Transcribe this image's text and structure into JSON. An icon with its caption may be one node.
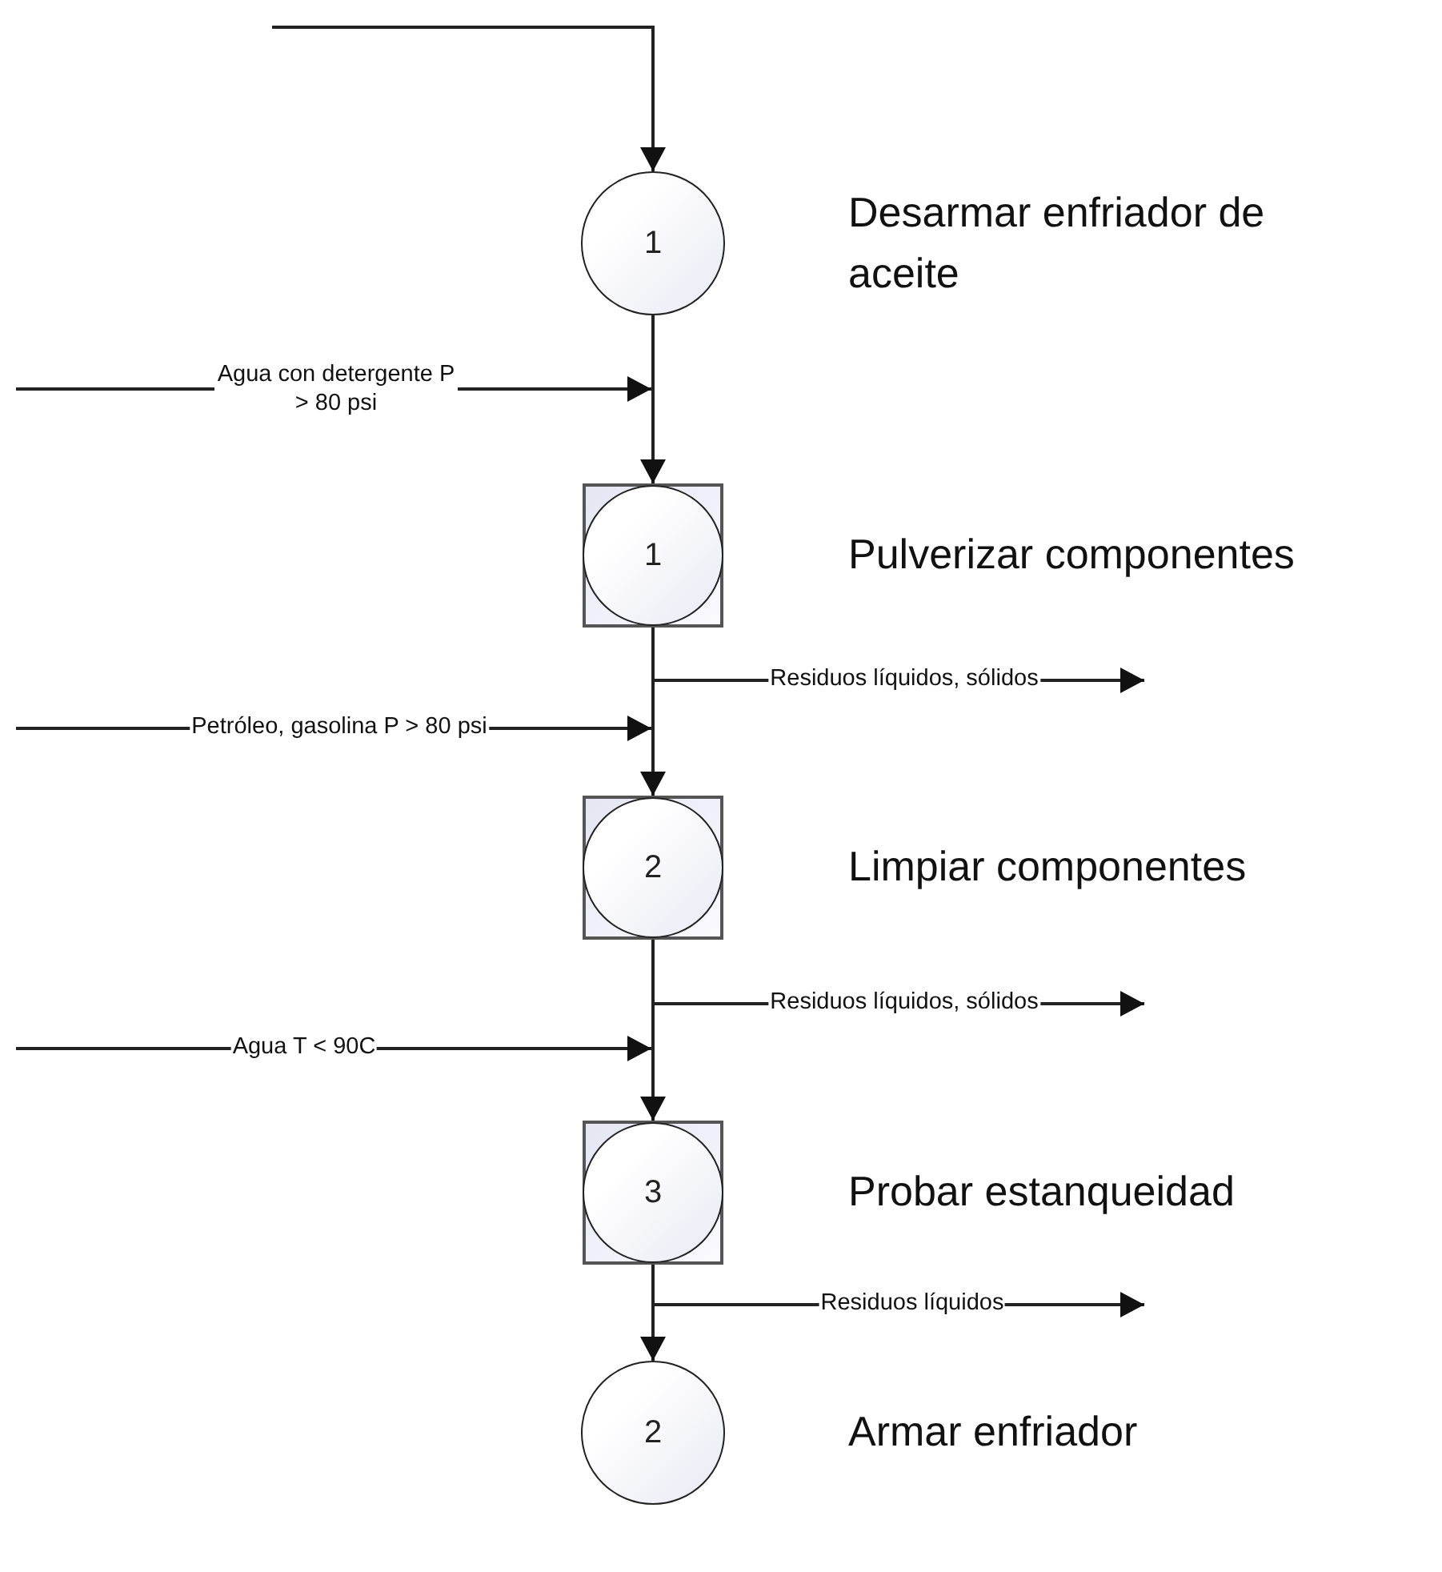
{
  "diagram": {
    "nodes": [
      {
        "text": [
          "1"
        ],
        "beside": [
          "Desarmar enfriador de aceite"
        ]
      },
      {
        "text": [],
        "shape": "box"
      },
      {
        "text": [
          "1"
        ],
        "in": 1,
        "beside": [
          "Pulverizar componentes"
        ]
      },
      {
        "text": [],
        "shape": "box"
      },
      {
        "text": [
          "2"
        ],
        "in": 3,
        "beside": [
          "Limpiar componentes"
        ]
      },
      {
        "text": [],
        "shape": "box"
      },
      {
        "text": [
          "3"
        ],
        "in": 5,
        "beside": [
          "Probar estanqueidad"
        ]
      },
      {
        "text": [
          "2"
        ],
        "beside": [
          "Armar enfriador"
        ]
      }
    ],
    "edges": [
      {
        "from": null,
        "to": 0,
        "arrow": "to"
      },
      {
        "from": 0,
        "to": 1,
        "arrow": "to"
      },
      {
        "from": null,
        "to": 1,
        "arrow": "to",
        "label": "Agua con detergente P > 80 psi"
      },
      {
        "from": 1,
        "to": null,
        "arrow": "to",
        "label": "Residuos líquidos, sólidos"
      },
      {
        "from": 1,
        "to": 3,
        "arrow": "to"
      },
      {
        "from": null,
        "to": 3,
        "arrow": "to",
        "label": "Petróleo, gasolina P > 80 psi"
      },
      {
        "from": 3,
        "to": null,
        "arrow": "to",
        "label": "Residuos líquidos, sólidos"
      },
      {
        "from": 3,
        "to": 5,
        "arrow": "to"
      },
      {
        "from": null,
        "to": 5,
        "arrow": "to",
        "label": "Agua T < 90C"
      },
      {
        "from": 5,
        "to": null,
        "arrow": "to",
        "label": "Residuos líquidos"
      },
      {
        "from": 5,
        "to": 7,
        "arrow": "to"
      }
    ]
  }
}
